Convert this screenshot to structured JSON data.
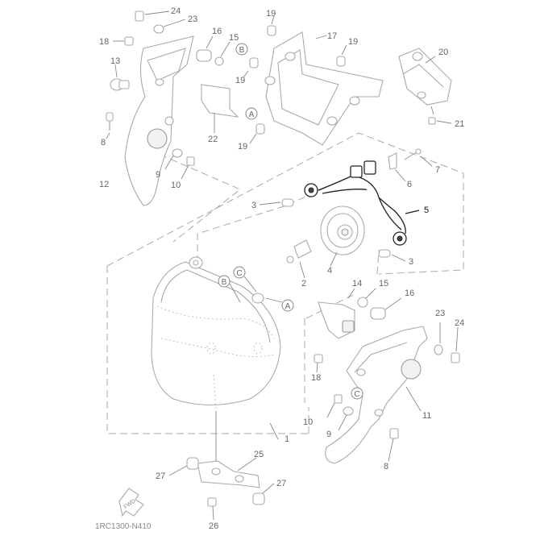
{
  "diagram_code": "1RC1300-N410",
  "fwd_label": "FWD",
  "refs": {
    "A": "A",
    "B": "B",
    "C": "C"
  },
  "labels": {
    "p1": "1",
    "p2": "2",
    "p3a": "3",
    "p3b": "3",
    "p4": "4",
    "p5": "5",
    "p6": "6",
    "p7": "7",
    "p8a": "8",
    "p8b": "8",
    "p9a": "9",
    "p9b": "9",
    "p10a": "10",
    "p10b": "10",
    "p11": "11",
    "p12": "12",
    "p13": "13",
    "p14": "14",
    "p15a": "15",
    "p15b": "15",
    "p16a": "16",
    "p16b": "16",
    "p17": "17",
    "p18a": "18",
    "p18b": "18",
    "p19a": "19",
    "p19b": "19",
    "p19c": "19",
    "p19d": "19",
    "p20": "20",
    "p21": "21",
    "p22": "22",
    "p23a": "23",
    "p23b": "23",
    "p24a": "24",
    "p24b": "24",
    "p25": "25",
    "p26": "26",
    "p27a": "27",
    "p27b": "27"
  }
}
